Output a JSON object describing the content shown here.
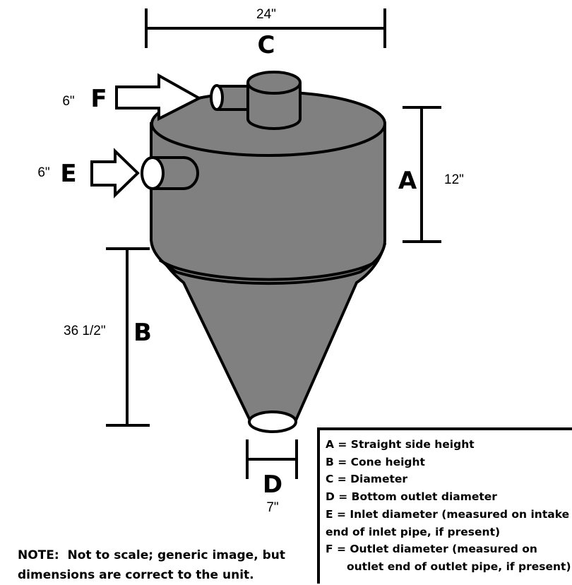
{
  "colors": {
    "body": "#808080",
    "stroke": "#000000",
    "opening": "#ffffff"
  },
  "dimensions": {
    "A": {
      "letter": "A",
      "value": "12\""
    },
    "B": {
      "letter": "B",
      "value": "36 1/2\""
    },
    "C": {
      "letter": "C",
      "value": "24\""
    },
    "D": {
      "letter": "D",
      "value": "7\""
    },
    "E": {
      "letter": "E",
      "value": "6\""
    },
    "F": {
      "letter": "F",
      "value": "6\""
    }
  },
  "legend": [
    "A = Straight side height",
    "B = Cone height",
    "C = Diameter",
    "D = Bottom outlet diameter",
    "E = Inlet diameter (measured on intake",
    "end of inlet pipe, if present)",
    "F = Outlet diameter (measured on",
    "outlet end of outlet pipe, if present)"
  ],
  "note": [
    "NOTE:  Not to scale; generic image, but",
    "dimensions are correct to the unit."
  ]
}
